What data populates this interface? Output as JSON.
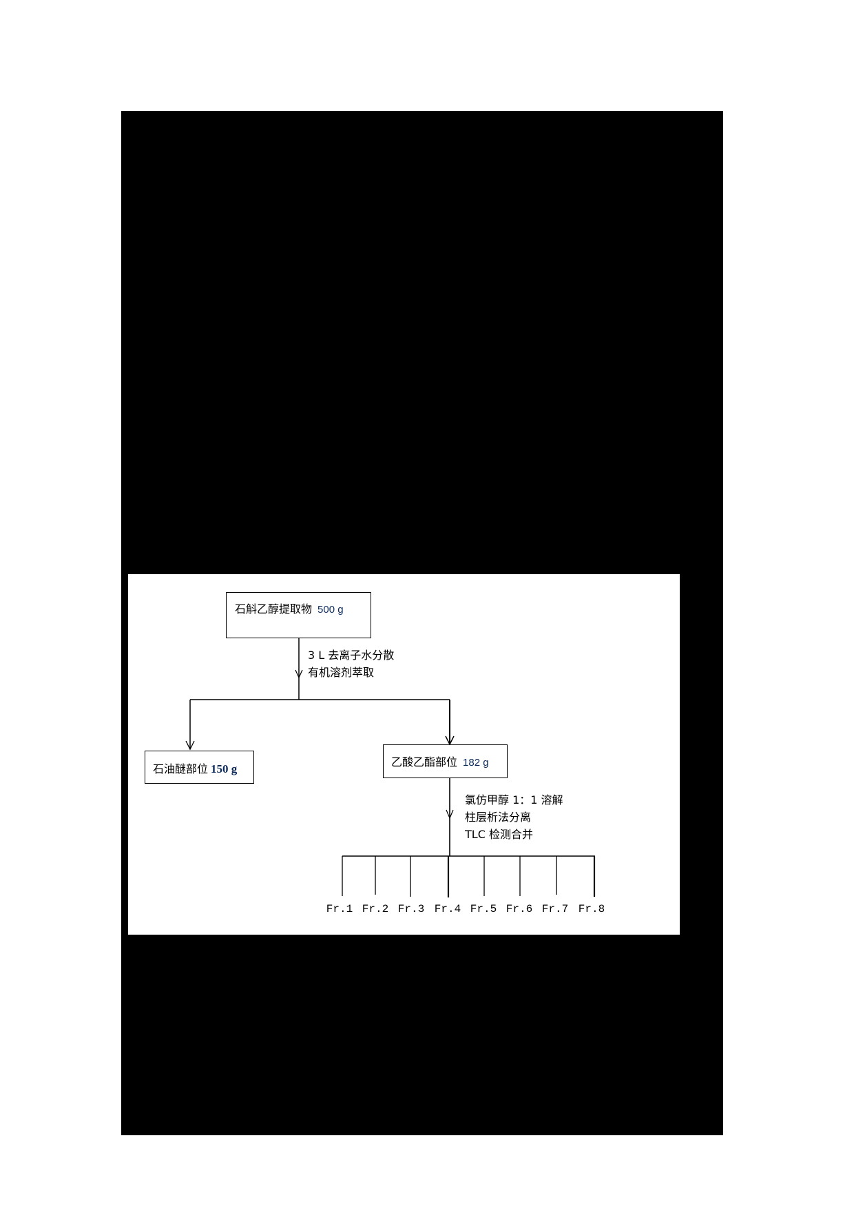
{
  "diagram": {
    "type": "flowchart",
    "title": "",
    "nodes": {
      "root": {
        "label": "石斛乙醇提取物",
        "mass": "500 g"
      },
      "petroleum_ether": {
        "label": "石油醚部位",
        "mass": "150 g"
      },
      "ethyl_acetate": {
        "label": "乙酸乙酯部位",
        "mass": "182 g"
      }
    },
    "steps": {
      "step1": [
        "3 L 去离子水分散",
        "有机溶剂萃取"
      ],
      "step2": [
        "氯仿甲醇 1：1 溶解",
        "柱层析法分离",
        "TLC 检测合并"
      ]
    },
    "fractions": [
      "Fr.1",
      "Fr.2",
      "Fr.3",
      "Fr.4",
      "Fr.5",
      "Fr.6",
      "Fr.7",
      "Fr.8"
    ],
    "colors": {
      "page_background": "#ffffff",
      "redaction_block": "#000000",
      "line": "#000000",
      "mass_text": "#0b2a5a"
    }
  }
}
